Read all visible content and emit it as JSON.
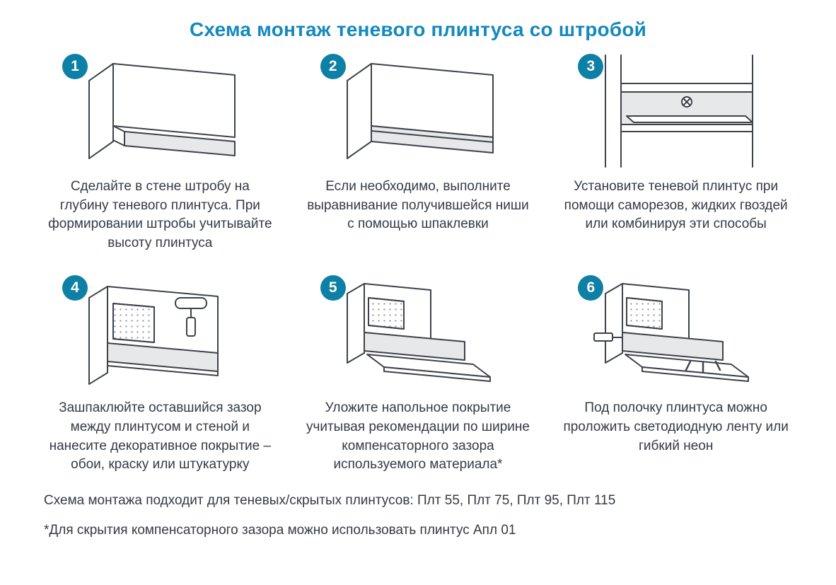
{
  "title": "Схема монтаж теневого плинтуса со штробой",
  "steps": [
    {
      "number": "1",
      "caption": "Сделайте в стене штробу на глубину теневого плинтуса. При формировании штробы учитывайте высоту плинтуса"
    },
    {
      "number": "2",
      "caption": "Если необходимо, выполните выравнивание получившейся ниши с помощью шпаклевки"
    },
    {
      "number": "3",
      "caption": "Установите теневой плинтус при помощи саморезов, жидких гвоздей или комбинируя эти способы"
    },
    {
      "number": "4",
      "caption": "Зашпаклюйте оставшийся зазор между плинтусом и стеной и нанесите декоративное покрытие – обои, краску или штукатурку"
    },
    {
      "number": "5",
      "caption": "Уложите напольное покрытие учитывая рекомендации по ширине компенсаторного зазора используемого материала*"
    },
    {
      "number": "6",
      "caption": "Под полочку плинтуса можно проложить светодиодную ленту или гибкий неон"
    }
  ],
  "footnotes": {
    "compatibility": "Схема монтажа подходит для теневых/скрытых плинтусов: Плт 55, Плт 75, Плт 95, Плт 115",
    "gap_note": "*Для скрытия компенсаторного зазора можно использовать плинтус Апл 01"
  },
  "colors": {
    "title_accent": "#1489bc",
    "badge": "#0e80a6",
    "line": "#3d434b",
    "fill_gray": "#e7e8e9",
    "text": "#333b46"
  }
}
